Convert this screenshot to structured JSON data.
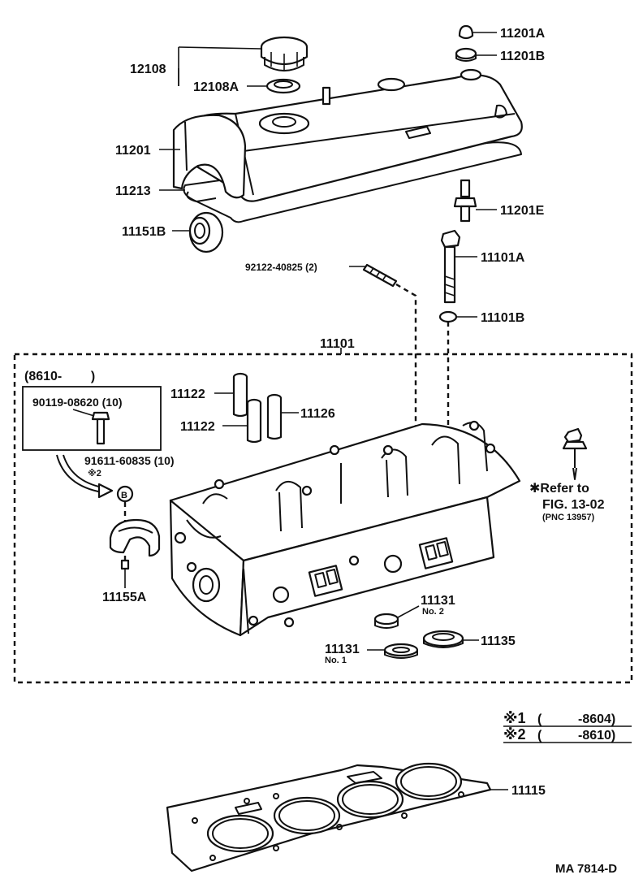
{
  "labels": {
    "p12108": "12108",
    "p12108a": "12108A",
    "p11201a": "11201A",
    "p11201b": "11201B",
    "p11201": "11201",
    "p11213": "11213",
    "p11151b": "11151B",
    "p11201e": "11201E",
    "p11101a": "11101A",
    "p92122": "92122-40825 (2)",
    "p11101b": "11101B",
    "p11101": "11101",
    "range8610": "(8610-        )",
    "p90119": "90119-08620 (10)",
    "p91611": "91611-60835 (10)",
    "note2": "※2",
    "p11122a": "11122",
    "p11122b": "11122",
    "p11126": "11126",
    "refer": "✱Refer to",
    "fig": "FIG. 13-02",
    "pnc": "(PNC 13957)",
    "p11155a": "11155A",
    "p11131a": "11131",
    "no2": "No. 2",
    "p11131b": "11131",
    "no1": "No. 1",
    "p11135": "11135",
    "p11115": "11115",
    "fignum": "MA 7814-D",
    "circleB": "B"
  },
  "notes": [
    {
      "mark": "※1",
      "open": "(",
      "range": "-8604)"
    },
    {
      "mark": "※2",
      "open": "(",
      "range": "-8610)"
    }
  ]
}
